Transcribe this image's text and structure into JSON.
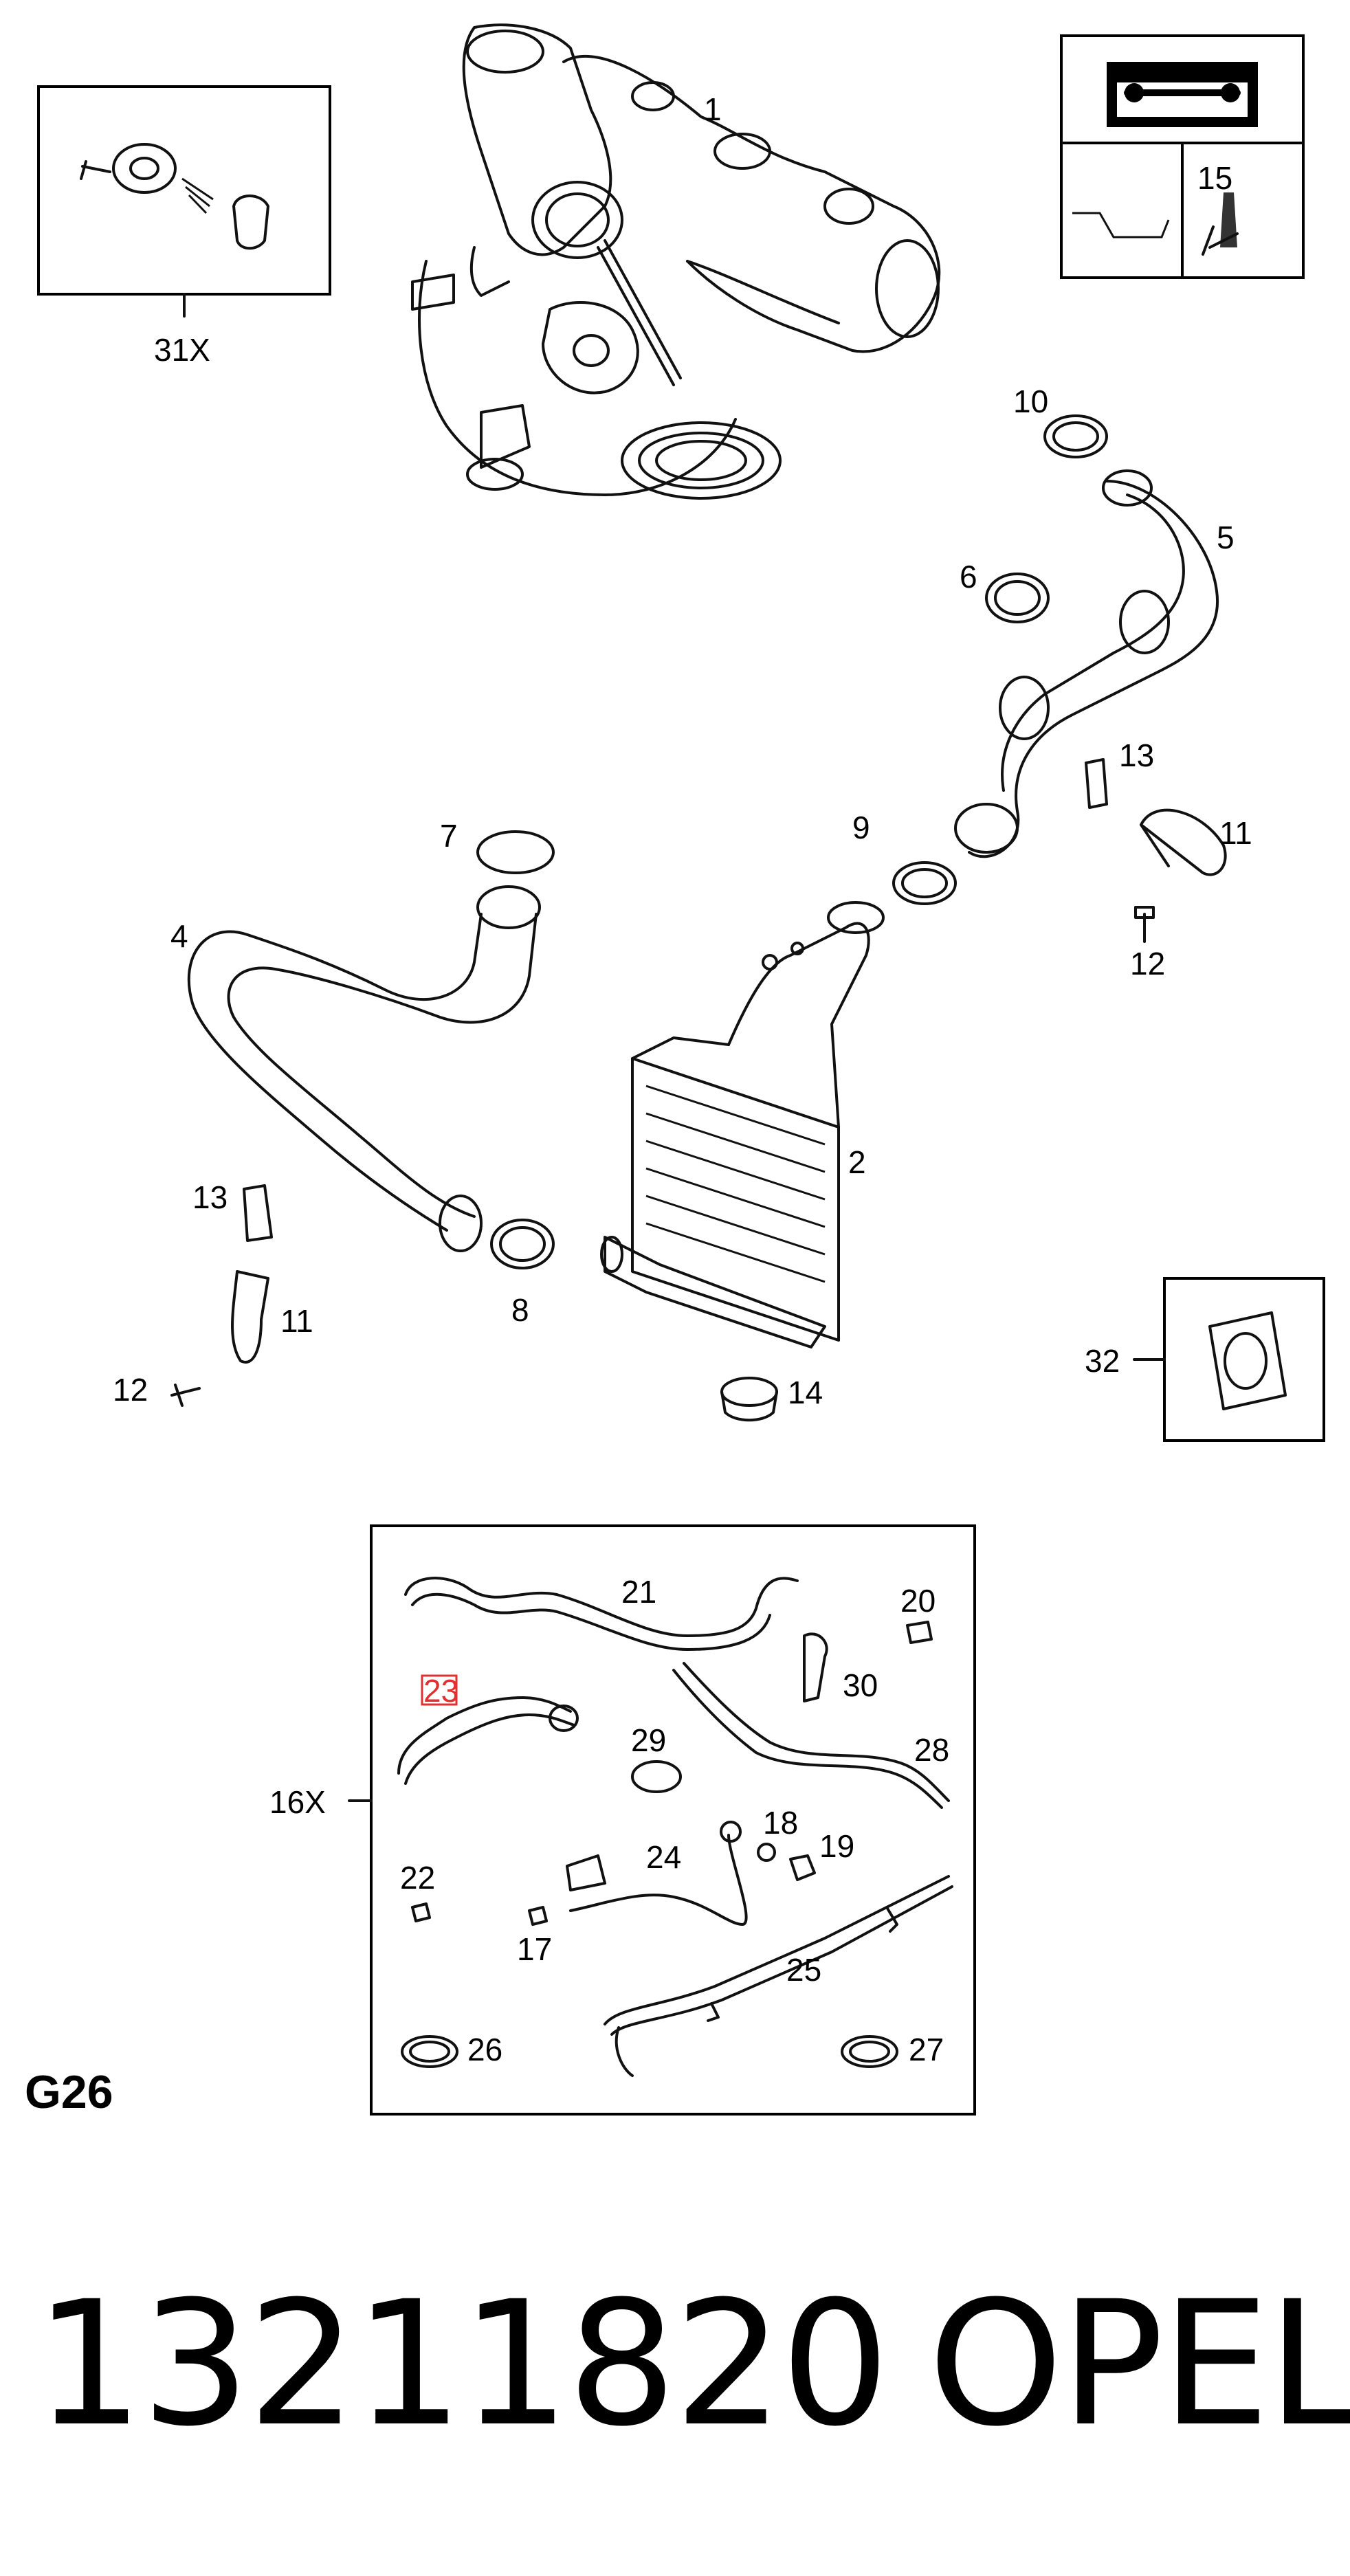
{
  "callouts": {
    "c1": "1",
    "c2": "2",
    "c4": "4",
    "c5": "5",
    "c6": "6",
    "c7": "7",
    "c8": "8",
    "c9": "9",
    "c10": "10",
    "c11a": "11",
    "c11b": "11",
    "c12a": "12",
    "c12b": "12",
    "c13a": "13",
    "c13b": "13",
    "c14": "14",
    "c15": "15",
    "c16x": "16X",
    "c17": "17",
    "c18": "18",
    "c19": "19",
    "c20": "20",
    "c21": "21",
    "c22": "22",
    "c23": "23",
    "c24": "24",
    "c25": "25",
    "c26": "26",
    "c27": "27",
    "c28": "28",
    "c29": "29",
    "c30": "30",
    "c31x": "31X",
    "c32": "32"
  },
  "highlight_color": "#e03030",
  "section_code": "G26",
  "footer": {
    "part_number": "13211820",
    "brand": "OPEL"
  }
}
